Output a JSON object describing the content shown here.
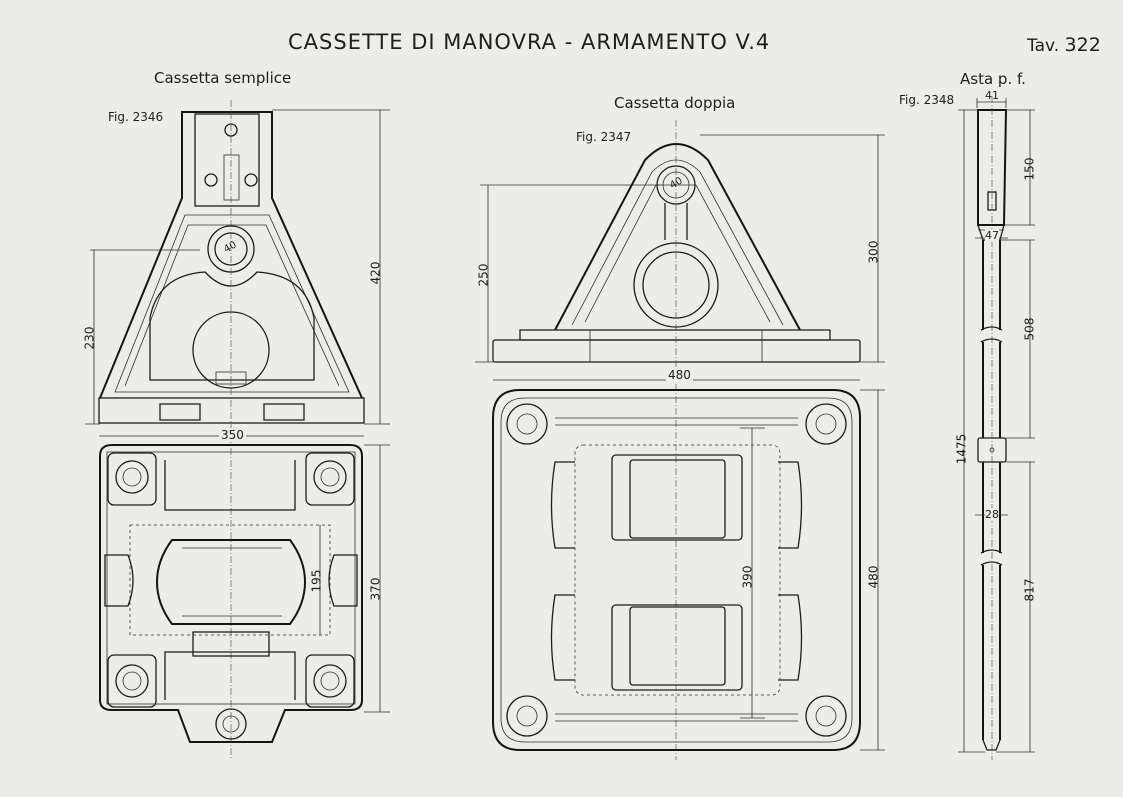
{
  "sheet": {
    "title": "CASSETTE DI MANOVRA - ARMAMENTO  V.4",
    "tav_prefix": "Tav.",
    "tav_number": "322"
  },
  "fig_2346": {
    "heading": "Cassetta semplice",
    "fig_label": "Fig. 2346",
    "dims": {
      "height_total": "420",
      "height_lower": "230",
      "width": "350",
      "bore": "40",
      "plan_inner": "195",
      "plan_depth": "370"
    }
  },
  "fig_2347": {
    "heading": "Cassetta doppia",
    "fig_label": "Fig. 2347",
    "dims": {
      "height_total": "300",
      "height_lower": "250",
      "width": "480",
      "bore": "40",
      "plan_inner": "390",
      "plan_depth": "480"
    }
  },
  "fig_2348": {
    "heading": "Asta p. f.",
    "fig_label": "Fig. 2348",
    "dims": {
      "top_width": "41",
      "head_len": "150",
      "neck_width": "47",
      "seg_1": "508",
      "total": "1475",
      "rod_dia": "28",
      "seg_2": "817"
    }
  }
}
